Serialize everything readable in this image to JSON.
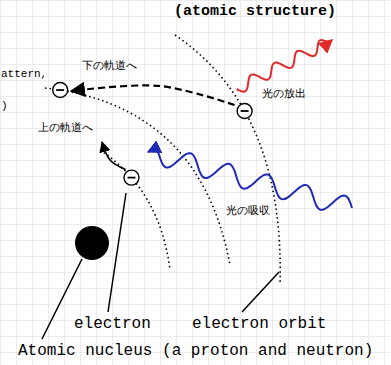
{
  "diagram": {
    "title": "(atomic structure)",
    "labels": [
      "attern,",
      ")",
      "下の軌道へ",
      "光の放出",
      "上の軌道へ",
      "光の吸収",
      "electron",
      "electron orbit",
      "Atomic nucleus (a proton and neutron)"
    ]
  }
}
